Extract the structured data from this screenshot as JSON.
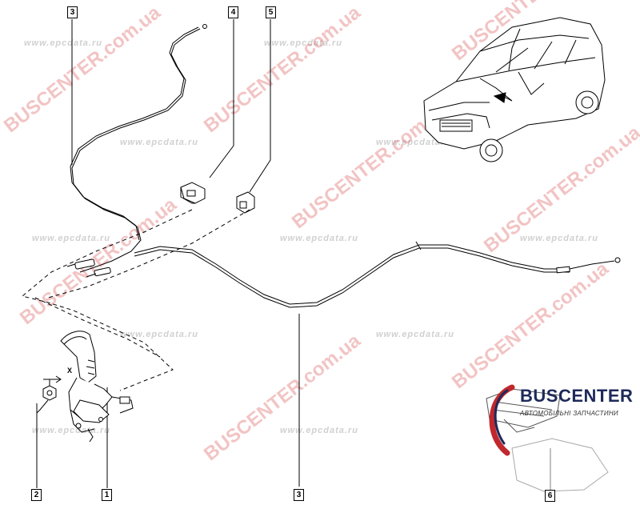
{
  "callouts": [
    {
      "id": "1",
      "label": "1"
    },
    {
      "id": "2",
      "label": "2"
    },
    {
      "id": "3a",
      "label": "3"
    },
    {
      "id": "3b",
      "label": "3"
    },
    {
      "id": "4",
      "label": "4"
    },
    {
      "id": "5",
      "label": "5"
    },
    {
      "id": "6",
      "label": "6"
    }
  ],
  "dimension_label": "X",
  "watermark": {
    "brand": "BUSCENTER.com.ua",
    "site": "www.epcdata.ru"
  },
  "logo": {
    "title": "BUSCENTER",
    "subtitle": "АВТОМОБІЛЬНІ ЗАПЧАСТИНИ"
  },
  "colors": {
    "line": "#000000",
    "watermark_red": "#d74646",
    "logo_blue": "#1e2a5a",
    "logo_red": "#c0282d"
  }
}
